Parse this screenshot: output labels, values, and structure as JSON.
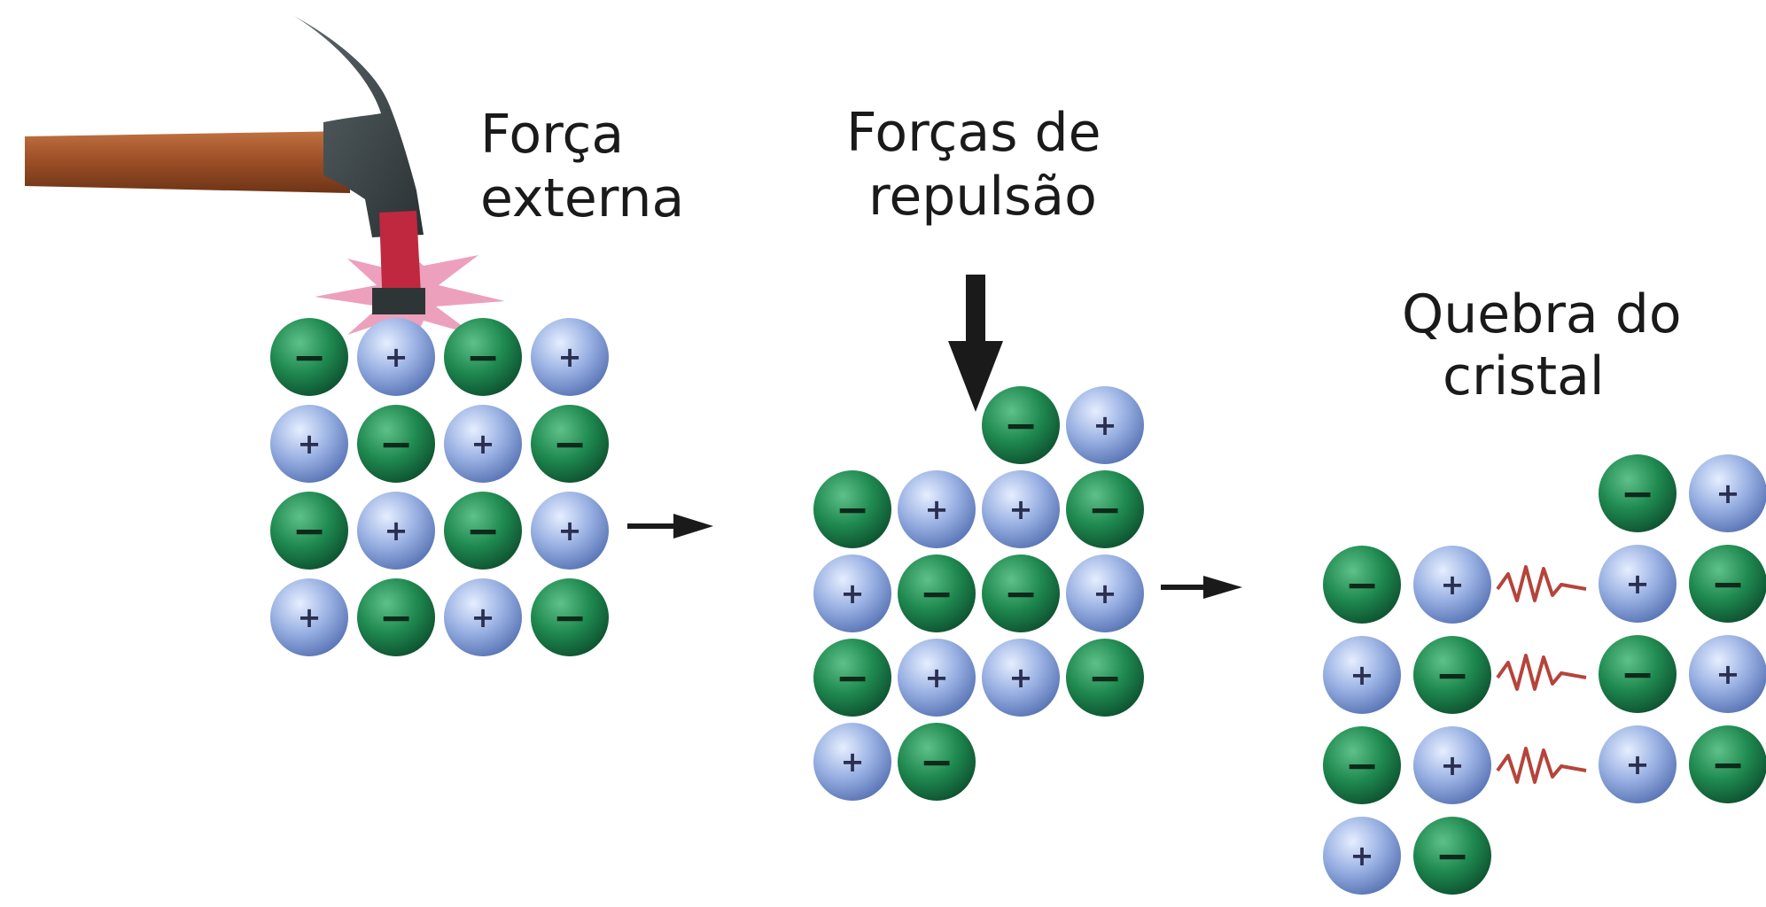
{
  "labels": {
    "external_force": [
      "Força",
      "externa"
    ],
    "repulsion": [
      "Forças de",
      "repulsão"
    ],
    "break": [
      "Quebra do",
      "cristal"
    ]
  },
  "ion_symbols": {
    "negative": "−",
    "positive": "+"
  },
  "colors": {
    "anion": "#1f7a4a",
    "cation": "#8ea8dc",
    "hammer_handle": "#a0552b",
    "hammer_head": "#3c4548",
    "spark": "#e98fb0",
    "spring": "#b5443a",
    "arrow": "#1a1a1a"
  },
  "icons": [
    "hammer-icon",
    "impact-spark-icon",
    "down-arrow-icon",
    "right-arrow-icon",
    "spring-icon"
  ],
  "panels": [
    {
      "name": "external-force",
      "grid": [
        "-+-+",
        "+-+-",
        "-+-+",
        "+-+-"
      ]
    },
    {
      "name": "repulsion",
      "grid": [
        "..-+",
        "-++-",
        "+--+",
        "-++-",
        "+-.."
      ]
    },
    {
      "name": "break",
      "left": [
        "-+",
        "+-",
        "-+",
        "+-"
      ],
      "right": [
        "-+",
        "+-",
        "-+",
        "+-"
      ]
    }
  ]
}
